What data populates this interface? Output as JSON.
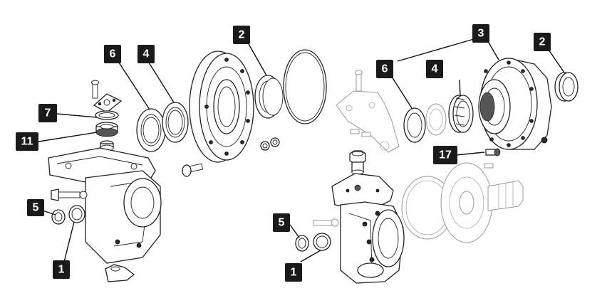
{
  "callouts": {
    "c1_left": "1",
    "c1_right": "1",
    "c2_left": "2",
    "c2_right": "2",
    "c3": "3",
    "c4_left": "4",
    "c4_right": "4",
    "c5_left": "5",
    "c5_right": "5",
    "c6_left": "6",
    "c6_right": "6",
    "c7": "7",
    "c11": "11",
    "c17": "17"
  },
  "colors": {
    "callout_fill": "#1a1a1a",
    "callout_text": "#ffffff",
    "line_art": "#222222",
    "ghost_parts": "#9a9a9a"
  }
}
